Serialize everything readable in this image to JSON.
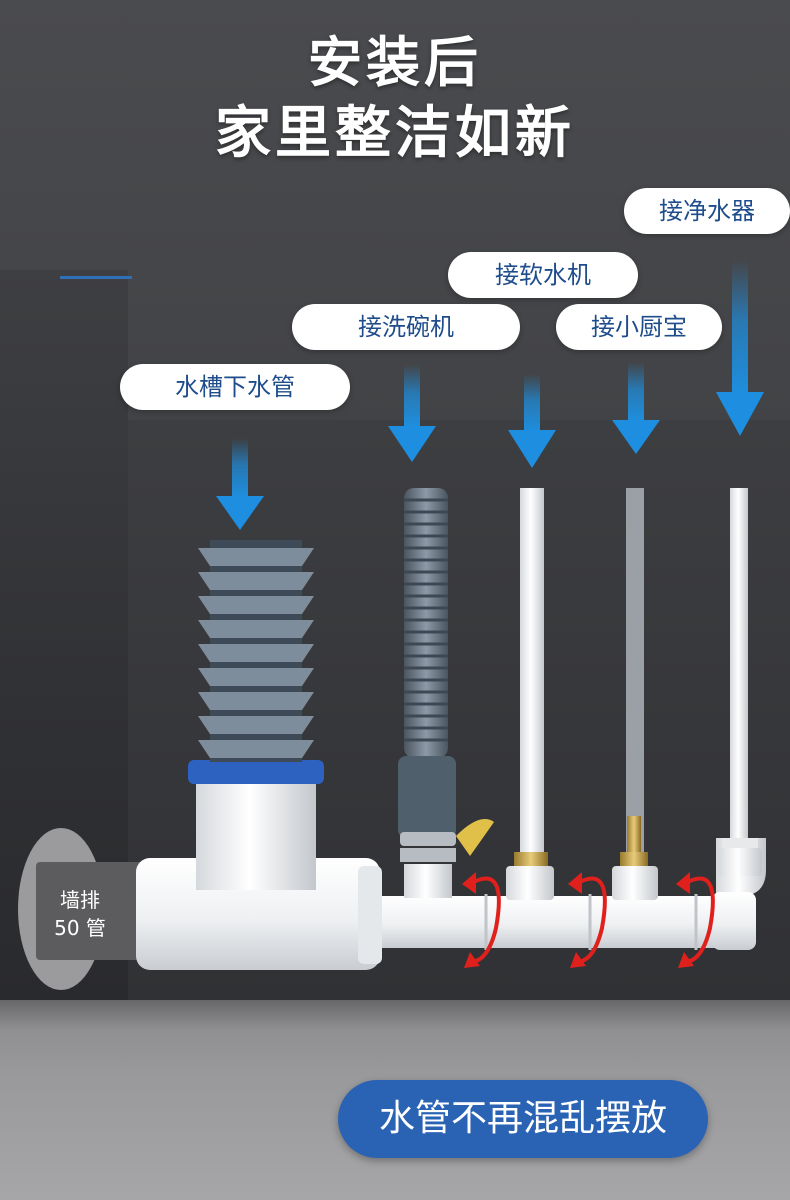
{
  "headline": {
    "line1": "安装后",
    "line2": "家里整洁如新"
  },
  "labels": {
    "sink": "水槽下水管",
    "dishwasher": "接洗碗机",
    "softener": "接软水机",
    "kitchen_heater": "接小厨宝",
    "purifier": "接净水器"
  },
  "wall_label": {
    "line1": "墙排",
    "line2": "50 管"
  },
  "bottom_caption": "水管不再混乱摆放",
  "colors": {
    "accent_blue": "#2a62b4",
    "arrow_blue": "#1e8fe0",
    "rotation_red": "#e0201c",
    "pill_text": "#1f4d8c"
  }
}
